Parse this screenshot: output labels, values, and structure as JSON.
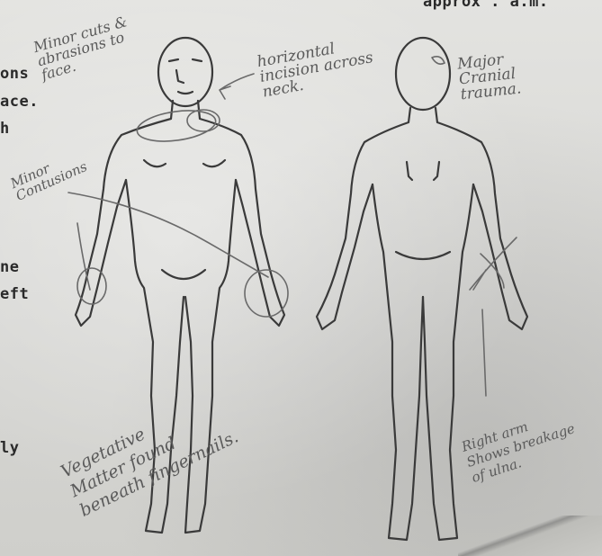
{
  "report": {
    "typed_header": "approx . a.m.",
    "typed_fragments": [
      "ons",
      "ace.",
      "h",
      "ne",
      "eft",
      "ly"
    ],
    "dots": ":"
  },
  "annotations": {
    "minor_cuts": "Minor cuts &\nabrasions to\nface.",
    "horizontal_incision": "horizontal\nincision across\nneck.",
    "major_cranial": "Major\nCranial\ntrauma.",
    "minor_contusions": "Minor\nContusions",
    "vegetative_matter": "Vegetative\nMatter found\nbeneath fingernails.",
    "right_arm": "Right arm\nShows breakage\nof ulna."
  },
  "colors": {
    "paper": "#d9d9d6",
    "ink_typed": "#2a2a2a",
    "ink_pencil": "#5a5a5a",
    "figure_outline": "#3a3a3a"
  }
}
